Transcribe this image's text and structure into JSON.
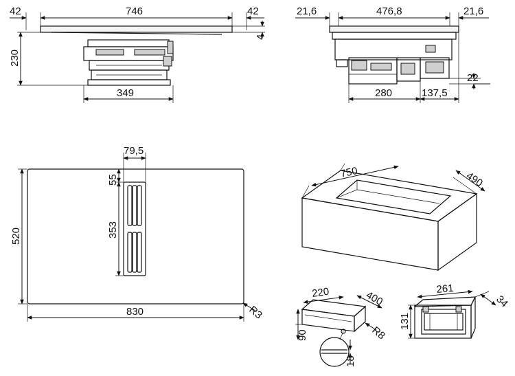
{
  "view_top_left": {
    "dims": {
      "edge_left": "42",
      "width": "746",
      "edge_right": "42",
      "glass_thickness": "4",
      "depth": "230",
      "module_width": "349"
    }
  },
  "view_top_right": {
    "dims": {
      "edge_left": "21,6",
      "width": "476,8",
      "edge_right": "21,6",
      "offset": "22",
      "module_width": "280",
      "module_offset": "137,5"
    }
  },
  "view_plan": {
    "dims": {
      "vent_width": "79,5",
      "vent_offset": "55",
      "vent_height": "353",
      "height": "520",
      "width": "830",
      "radius": "R3"
    }
  },
  "view_cutout": {
    "dims": {
      "width": "750",
      "depth": "490"
    }
  },
  "view_duct_small": {
    "dims": {
      "width": "220",
      "depth": "400",
      "height": "90",
      "radius": "R8",
      "detail": "18"
    }
  },
  "view_duct_frame": {
    "dims": {
      "width": "261",
      "depth": "34",
      "height": "131"
    }
  },
  "colors": {
    "line": "#111111",
    "shade": "#cfcfcf",
    "background": "#ffffff"
  }
}
